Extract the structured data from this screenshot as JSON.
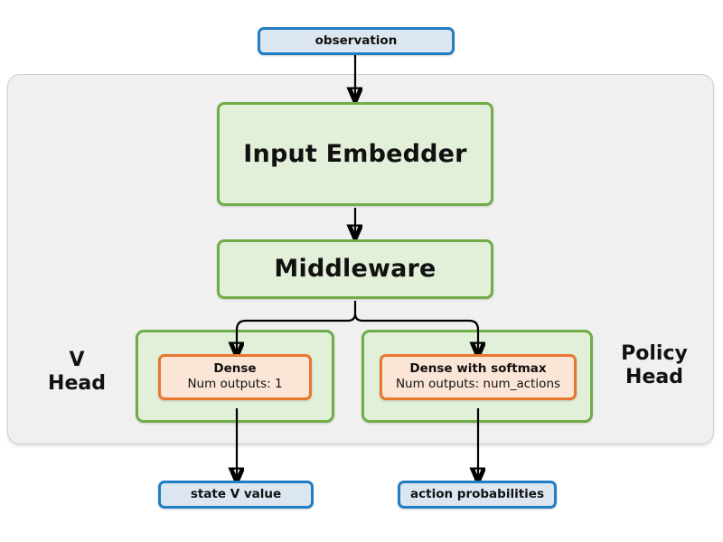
{
  "diagram": {
    "title_nodes": {
      "observation": "observation",
      "state_v_value": "state V value",
      "action_probabilities": "action probabilities"
    },
    "blocks": {
      "input_embedder": "Input Embedder",
      "middleware": "Middleware"
    },
    "heads": {
      "v_head": {
        "caption_line1": "V",
        "caption_line2": "Head",
        "dense_title": "Dense",
        "dense_sub": "Num outputs: 1"
      },
      "policy_head": {
        "caption_line1": "Policy",
        "caption_line2": "Head",
        "dense_title": "Dense with softmax",
        "dense_sub": "Num outputs: num_actions"
      }
    },
    "colors": {
      "io_border": "#1f7ec4",
      "io_fill": "#dce6f1",
      "green_border": "#70ad47",
      "green_fill": "#e2efd9",
      "orange_border": "#e8772e",
      "orange_fill": "#fbe5d6",
      "container_fill": "#f0f0f0",
      "container_border": "#cfcfcf",
      "arrow": "#000000"
    }
  }
}
